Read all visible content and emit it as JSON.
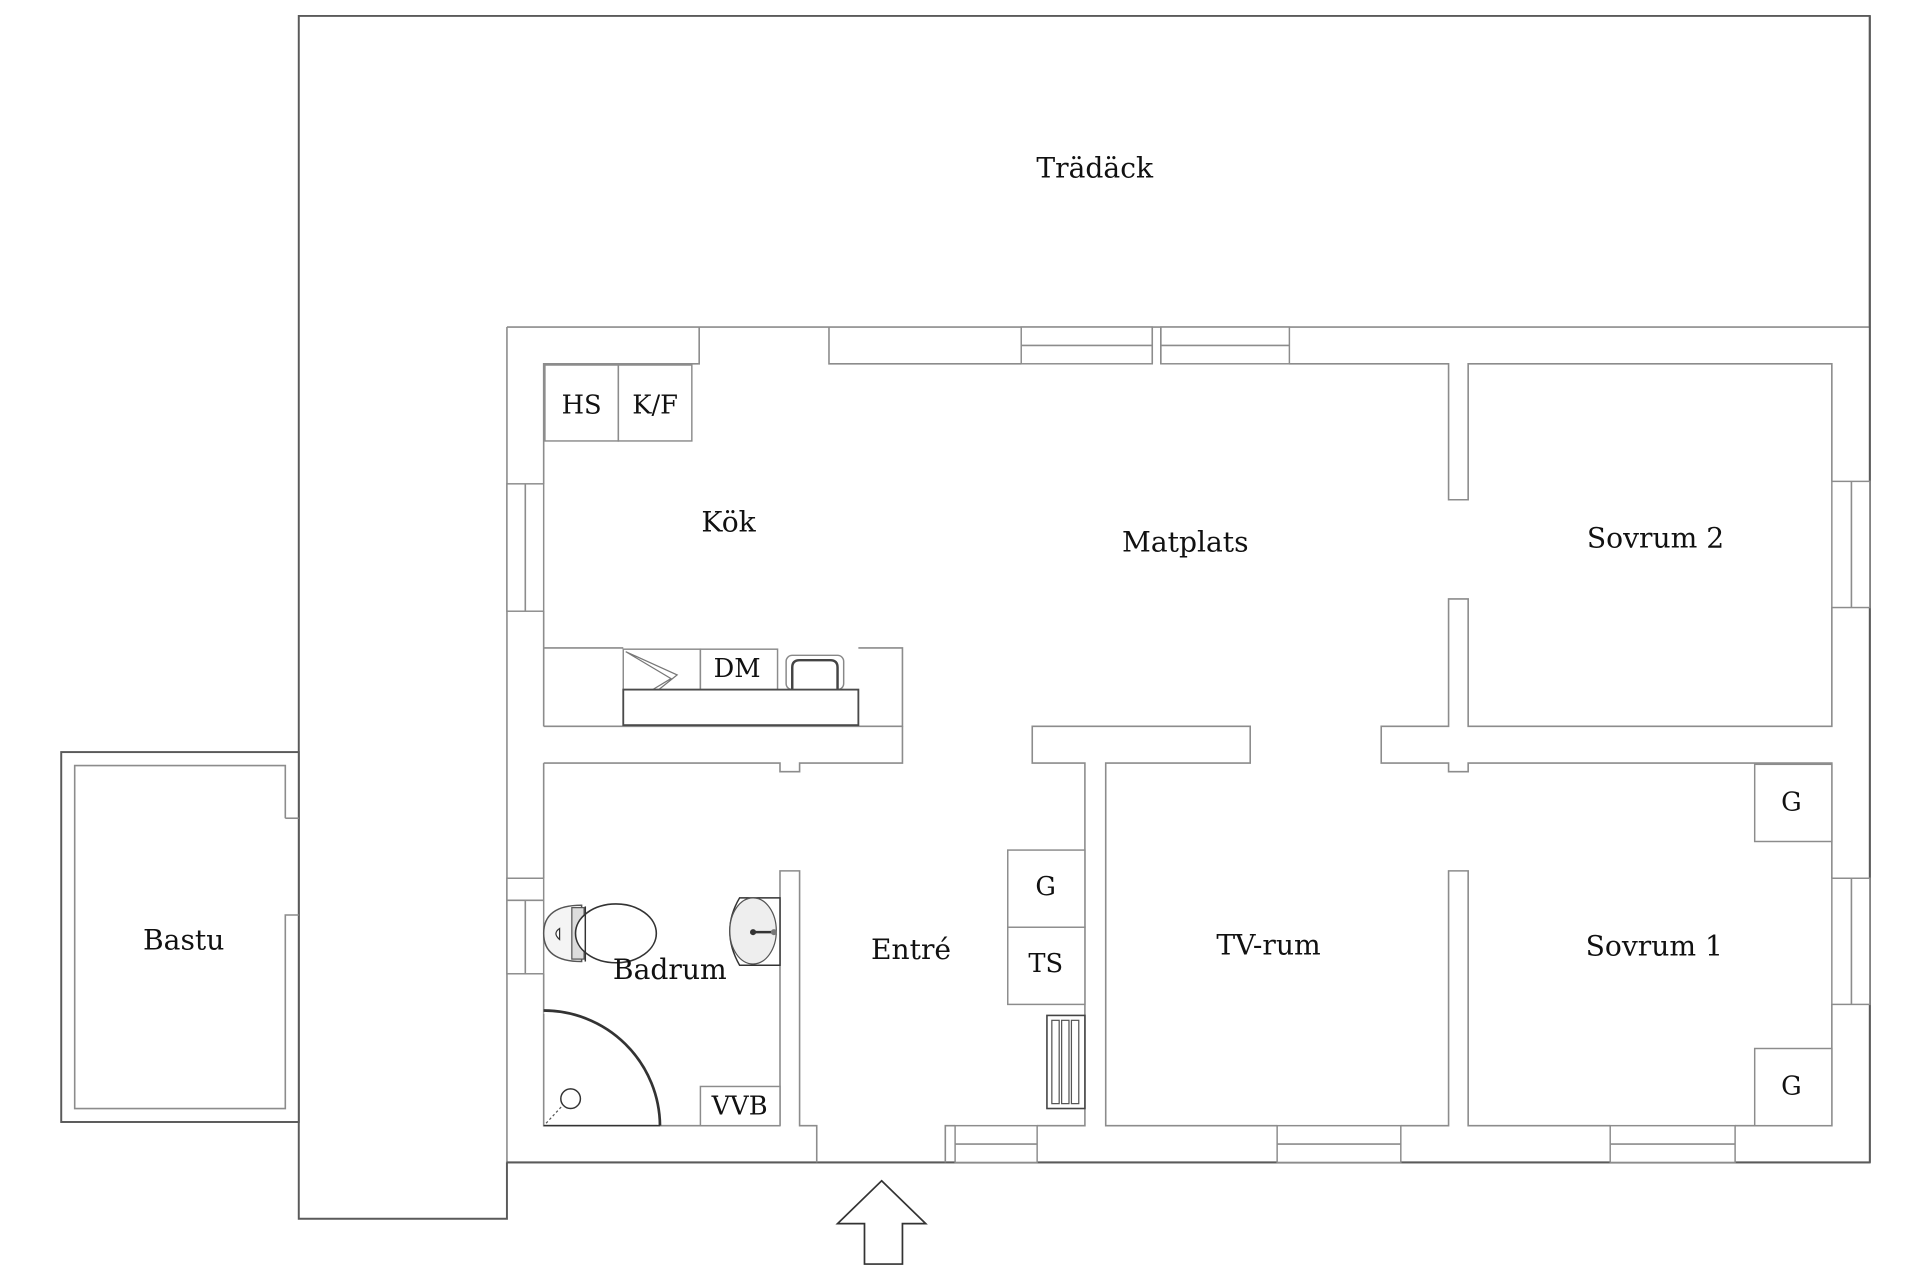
{
  "plan": {
    "title": "Floor plan",
    "rooms": {
      "deck": "Trädäck",
      "kitchen": "Kök",
      "dining": "Matplats",
      "bedroom2": "Sovrum 2",
      "bedroom1": "Sovrum 1",
      "tv_room": "TV-rum",
      "hall": "Entré",
      "bathroom": "Badrum",
      "sauna": "Bastu"
    },
    "fixtures": {
      "high_cabinet": "HS",
      "fridge_freezer": "K/F",
      "dishwasher": "DM",
      "wardrobe_hall": "G",
      "drying_cabinet": "TS",
      "water_heater": "VVB",
      "wardrobe_bed1_top": "G",
      "wardrobe_bed1_bottom": "G"
    },
    "icons": {
      "entrance": "entrance-arrow-icon",
      "toilet": "toilet-icon",
      "sink": "washbasin-icon",
      "shower": "corner-shower-icon",
      "kitchen_sink": "kitchen-sink-icon",
      "stove": "stove-icon",
      "radiator": "radiator-icon"
    },
    "colors": {
      "wall": "#8c8c8c",
      "outline": "#5a5a5a",
      "text": "#111111",
      "background": "#ffffff"
    }
  }
}
